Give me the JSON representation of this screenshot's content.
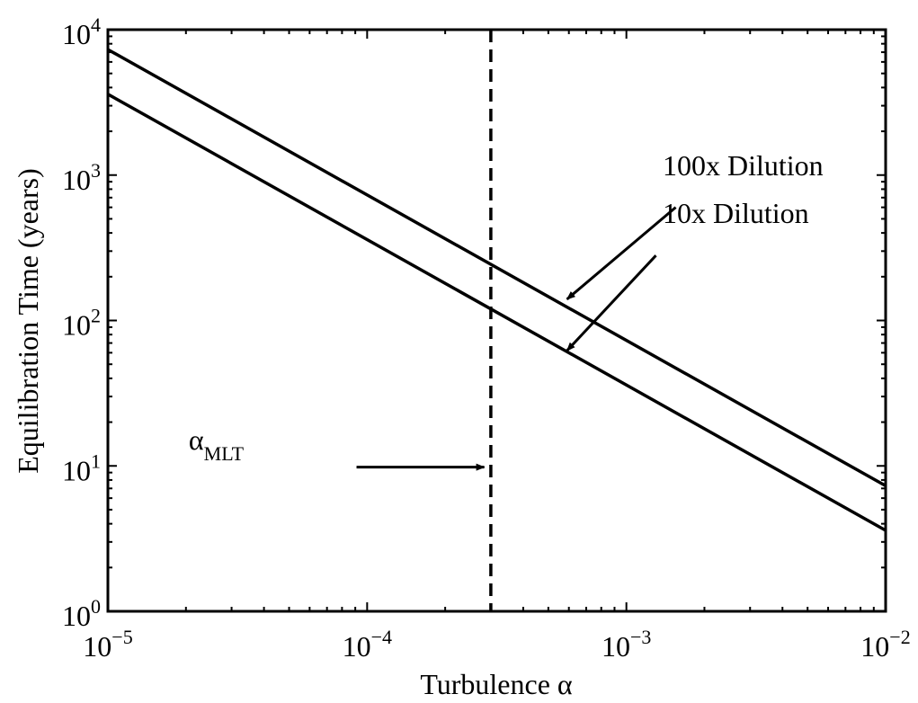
{
  "chart_data": {
    "type": "line",
    "xscale": "log",
    "yscale": "log",
    "xlim": [
      1e-05,
      0.01
    ],
    "ylim": [
      1,
      10000
    ],
    "grid": false,
    "xlabel": "Turbulence α",
    "ylabel": "Equilibration Time (years)",
    "x_ticks": [
      {
        "base": "10",
        "exp": "−5",
        "value": 1e-05
      },
      {
        "base": "10",
        "exp": "−4",
        "value": 0.0001
      },
      {
        "base": "10",
        "exp": "−3",
        "value": 0.001
      },
      {
        "base": "10",
        "exp": "−2",
        "value": 0.01
      }
    ],
    "y_ticks": [
      {
        "base": "10",
        "exp": "0",
        "value": 1
      },
      {
        "base": "10",
        "exp": "1",
        "value": 10
      },
      {
        "base": "10",
        "exp": "2",
        "value": 100
      },
      {
        "base": "10",
        "exp": "3",
        "value": 1000
      },
      {
        "base": "10",
        "exp": "4",
        "value": 10000
      }
    ],
    "series": [
      {
        "name": "100x Dilution",
        "x": [
          1e-05,
          0.01
        ],
        "y": [
          7300,
          7.3
        ]
      },
      {
        "name": "10x Dilution",
        "x": [
          1e-05,
          0.01
        ],
        "y": [
          3600,
          3.6
        ]
      }
    ],
    "vline": {
      "x": 0.0003,
      "style": "dashed"
    },
    "annotations": [
      {
        "id": "anno-100x",
        "text": "100x Dilution",
        "text_x": 0.00138,
        "text_y": 1000,
        "arrow_from": [
          0.00155,
          600
        ],
        "arrow_to": [
          0.00059,
          140
        ]
      },
      {
        "id": "anno-10x",
        "text": "10x Dilution",
        "text_x": 0.00138,
        "text_y": 470,
        "arrow_from": [
          0.0013,
          280
        ],
        "arrow_to": [
          0.00059,
          62
        ]
      },
      {
        "id": "anno-mlt",
        "text": "α",
        "sub": "MLT",
        "text_x": 2.05e-05,
        "text_y": 13,
        "arrow_from": [
          9.1e-05,
          9.8
        ],
        "arrow_to": [
          0.000283,
          9.8
        ]
      }
    ]
  }
}
